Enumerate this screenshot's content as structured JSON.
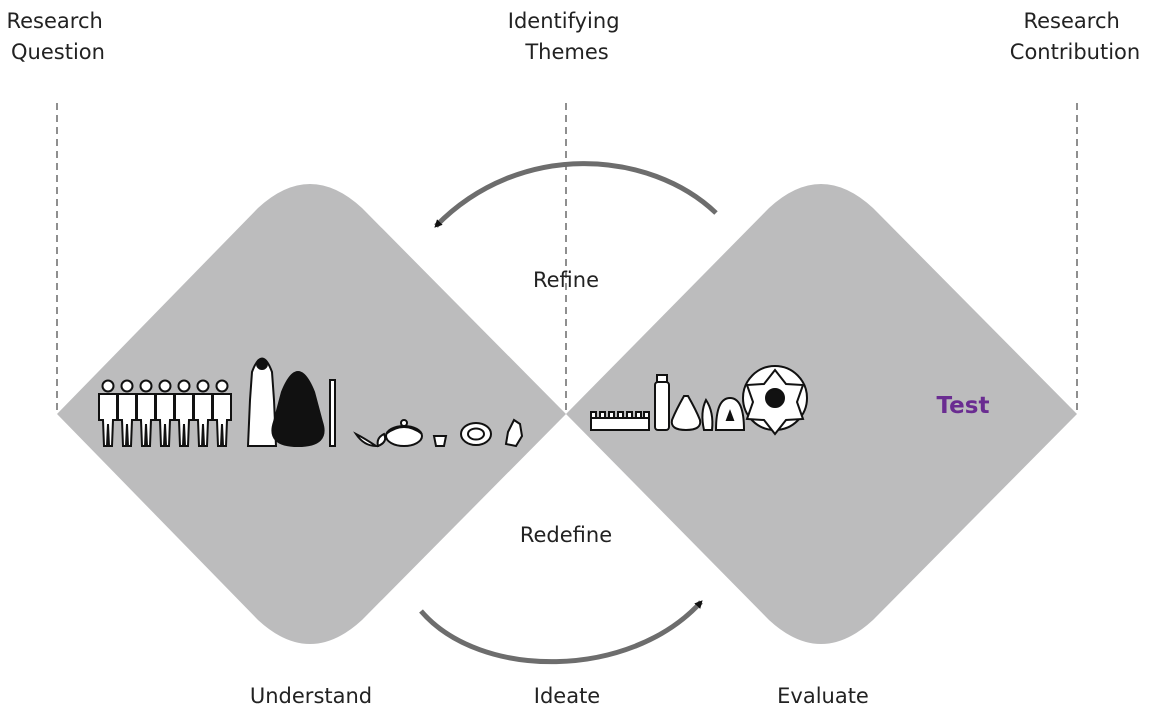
{
  "columns": {
    "left": [
      "Research",
      "Question"
    ],
    "middle": [
      "Identifying",
      "Themes"
    ],
    "right": [
      "Research",
      "Contribution"
    ]
  },
  "labels": {
    "refine": "Refine",
    "redefine": "Redefine",
    "test": "Test",
    "understand": "Understand",
    "ideate": "Ideate",
    "evaluate": "Evaluate"
  },
  "colors": {
    "diamond": "#bcbcbd",
    "arrow": "#6d6d6d",
    "dashed": "#6a6a6a",
    "test_accent": "#6a2c91",
    "text": "#222222"
  },
  "icons": {
    "understand": [
      "people-group-icon",
      "standing-man-icon",
      "veiled-woman-icon",
      "staff-icon",
      "leaves-icon",
      "pot-icon",
      "cup-icon",
      "ring-icon",
      "stone-icon"
    ],
    "evaluate": [
      "brick-row-icon",
      "bottle-icon",
      "vessel-icon",
      "small-jar-icon",
      "woman-bust-icon",
      "star-seal-icon"
    ]
  }
}
